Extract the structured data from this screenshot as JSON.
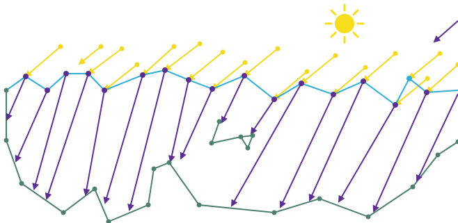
{
  "colors": {
    "background": "#ffffff",
    "sun": "#f6dd1d",
    "incoming_ray": "#f2d81e",
    "surface_line": "#2eadd6",
    "surface_node": "#5c2e8f",
    "scattered_ray": "#5c2e8f",
    "ground_line": "#4e7f6e",
    "ground_node": "#4e7f6e"
  },
  "icons": {
    "sun": "sun-icon"
  },
  "figure": {
    "sun": {
      "rays": 8
    },
    "surface_nodes": 16,
    "scattered_rays": 18,
    "ground_nodes": 16,
    "floating_cluster_nodes": 5
  }
}
